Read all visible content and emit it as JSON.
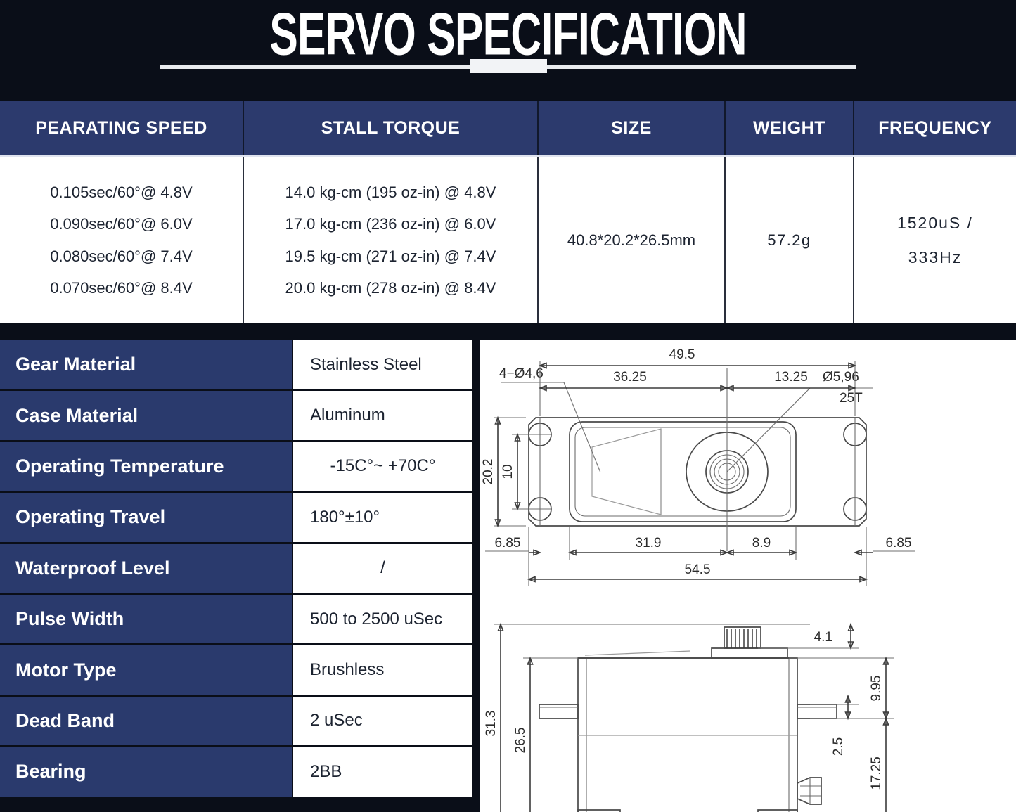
{
  "title": "SERVO SPECIFICATION",
  "colors": {
    "background": "#0a0e18",
    "header_blue": "#2c3a6d",
    "row_blue": "#2a3a6d",
    "white": "#ffffff",
    "text_dark": "#1c2330"
  },
  "top_table": {
    "headers": [
      "PEARATING SPEED",
      "STALL TORQUE",
      "SIZE",
      "WEIGHT",
      "FREQUENCY"
    ],
    "speed": [
      "0.105sec/60°@ 4.8V",
      "0.090sec/60°@ 6.0V",
      "0.080sec/60°@ 7.4V",
      "0.070sec/60°@ 8.4V"
    ],
    "torque": [
      "14.0 kg-cm (195 oz-in) @ 4.8V",
      "17.0 kg-cm (236 oz-in) @ 6.0V",
      "19.5 kg-cm (271 oz-in) @ 7.4V",
      "20.0 kg-cm (278 oz-in) @ 8.4V"
    ],
    "size": "40.8*20.2*26.5mm",
    "weight": "57.2g",
    "frequency": [
      "1520uS /",
      "333Hz"
    ]
  },
  "spec_rows": [
    {
      "label": "Gear Material",
      "value": "Stainless Steel",
      "center": false
    },
    {
      "label": "Case Material",
      "value": "Aluminum",
      "center": false
    },
    {
      "label": "Operating Temperature",
      "value": "-15C°~ +70C°",
      "center": true
    },
    {
      "label": "Operating Travel",
      "value": "180°±10°",
      "center": false
    },
    {
      "label": "Waterproof Level",
      "value": "/",
      "center": true
    },
    {
      "label": "Pulse Width",
      "value": "500 to 2500 uSec",
      "center": false
    },
    {
      "label": "Motor Type",
      "value": "Brushless",
      "center": false
    },
    {
      "label": "Dead Band",
      "value": "2 uSec",
      "center": false
    },
    {
      "label": "Bearing",
      "value": "2BB",
      "center": false
    }
  ],
  "drawing": {
    "top_view": {
      "overall_length": "49.5",
      "mount_to_shaft": "36.25",
      "shaft_to_end": "13.25",
      "hole_callout": "4−Ø4,6",
      "spline_callout": "Ø5,96",
      "spline_teeth": "25T",
      "body_width": "20.2",
      "hole_spacing": "10",
      "tab_left": "6.85",
      "body_length": "31.9",
      "shaft_offset": "8.9",
      "tab_right": "6.85",
      "overall_with_tabs": "54.5"
    },
    "side_view": {
      "total_height": "31.3",
      "body_height": "26.5",
      "shaft_height": "4.1",
      "upper_mount": "9.95",
      "tab_thickness": "2.5",
      "lower_mount": "17.25"
    }
  }
}
